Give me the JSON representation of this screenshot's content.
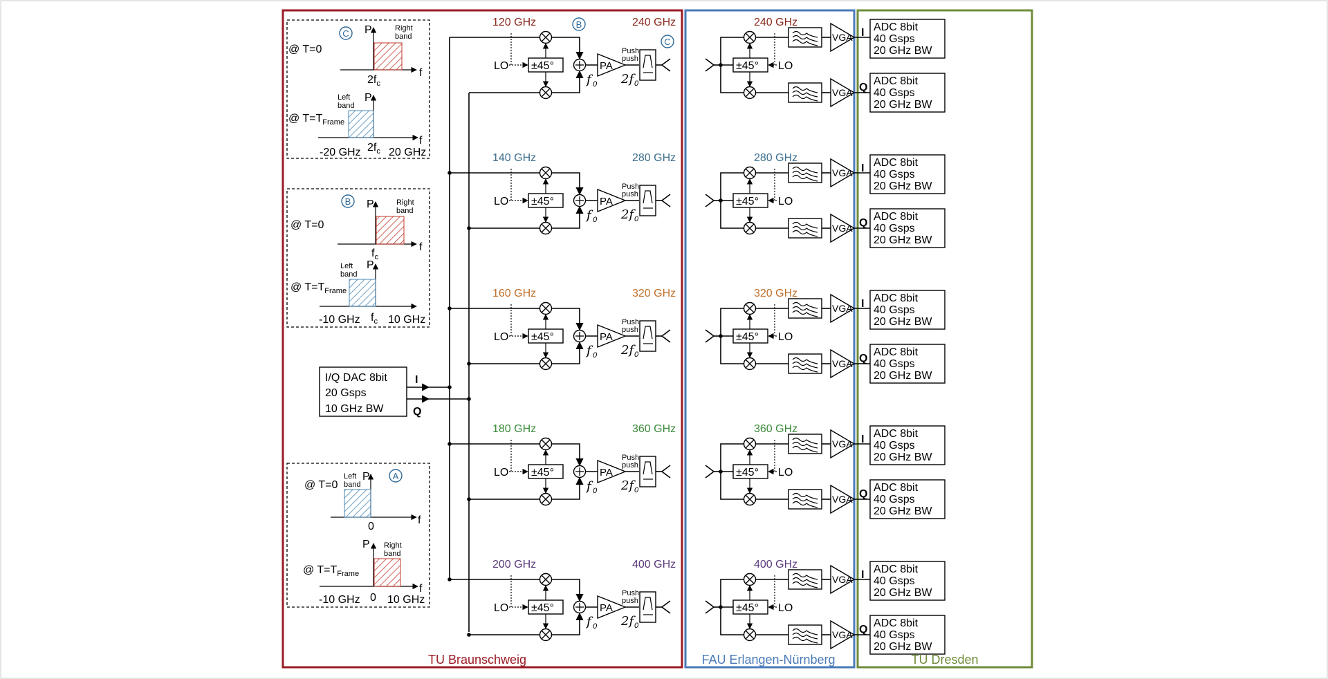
{
  "colors": {
    "tu_braunschweig": "#9b1b24",
    "fau": "#4a7ab8",
    "tu_dresden": "#6f8c3a",
    "red_hatch": "#c0392b",
    "blue_hatch": "#4a87b5",
    "legend_circle": "#2e6a9a"
  },
  "regions": {
    "tu_braunschweig": "TU Braunschweig",
    "fau": "FAU Erlangen-Nürnberg",
    "tu_dresden": "TU Dresden"
  },
  "dac": {
    "line1": "I/Q DAC 8bit",
    "line2": "20 Gsps",
    "line3": "10 GHz BW",
    "i_label": "I",
    "q_label": "Q"
  },
  "adc": {
    "line1": "ADC 8bit",
    "line2": "40 Gsps",
    "line3": "20 GHz BW"
  },
  "common": {
    "lo": "LO",
    "phase": "±45°",
    "pa": "PA",
    "push1": "Push",
    "push2": "push",
    "f0": "f",
    "f0_sub": "0",
    "two_f0": "2f",
    "vga": "VGA",
    "i": "I",
    "q": "Q"
  },
  "channels": [
    {
      "lo_freq": "120 GHz",
      "rf_freq": "240 GHz",
      "rx_freq": "240 GHz",
      "color": "#8b2a1e",
      "mark_b": "B",
      "mark_c": "C"
    },
    {
      "lo_freq": "140 GHz",
      "rf_freq": "280 GHz",
      "rx_freq": "280 GHz",
      "color": "#3d6f8e"
    },
    {
      "lo_freq": "160 GHz",
      "rf_freq": "320 GHz",
      "rx_freq": "320 GHz",
      "color": "#c0702a"
    },
    {
      "lo_freq": "180 GHz",
      "rf_freq": "360 GHz",
      "rx_freq": "360 GHz",
      "color": "#3a8a3a"
    },
    {
      "lo_freq": "200 GHz",
      "rf_freq": "400 GHz",
      "rx_freq": "400 GHz",
      "color": "#5a3a7a"
    }
  ],
  "insets": {
    "c": {
      "mark": "C",
      "t0": "@ T=0",
      "tframe_prefix": "@ T=T",
      "tframe_sub": "Frame",
      "right_band": [
        "Right",
        "band"
      ],
      "left_band": [
        "Left",
        "band"
      ],
      "p": "P",
      "f": "f",
      "center": "2f",
      "center_sub": "c",
      "neg": "-20 GHz",
      "center2": "2f",
      "pos": "20 GHz"
    },
    "b": {
      "mark": "B",
      "t0": "@ T=0",
      "tframe_prefix": "@ T=T",
      "tframe_sub": "Frame",
      "right_band": [
        "Right",
        "band"
      ],
      "left_band": [
        "Left",
        "band"
      ],
      "p": "P",
      "f": "f",
      "center": "f",
      "center_sub": "c",
      "neg": "-10 GHz",
      "pos": "10 GHz"
    },
    "a": {
      "mark": "A",
      "t0": "@ T=0",
      "tframe_prefix": "@ T=T",
      "tframe_sub": "Frame",
      "right_band": [
        "Right",
        "band"
      ],
      "left_band": [
        "Left",
        "band"
      ],
      "p": "P",
      "f": "f",
      "center": "0",
      "neg": "-10 GHz",
      "pos": "10 GHz"
    }
  }
}
